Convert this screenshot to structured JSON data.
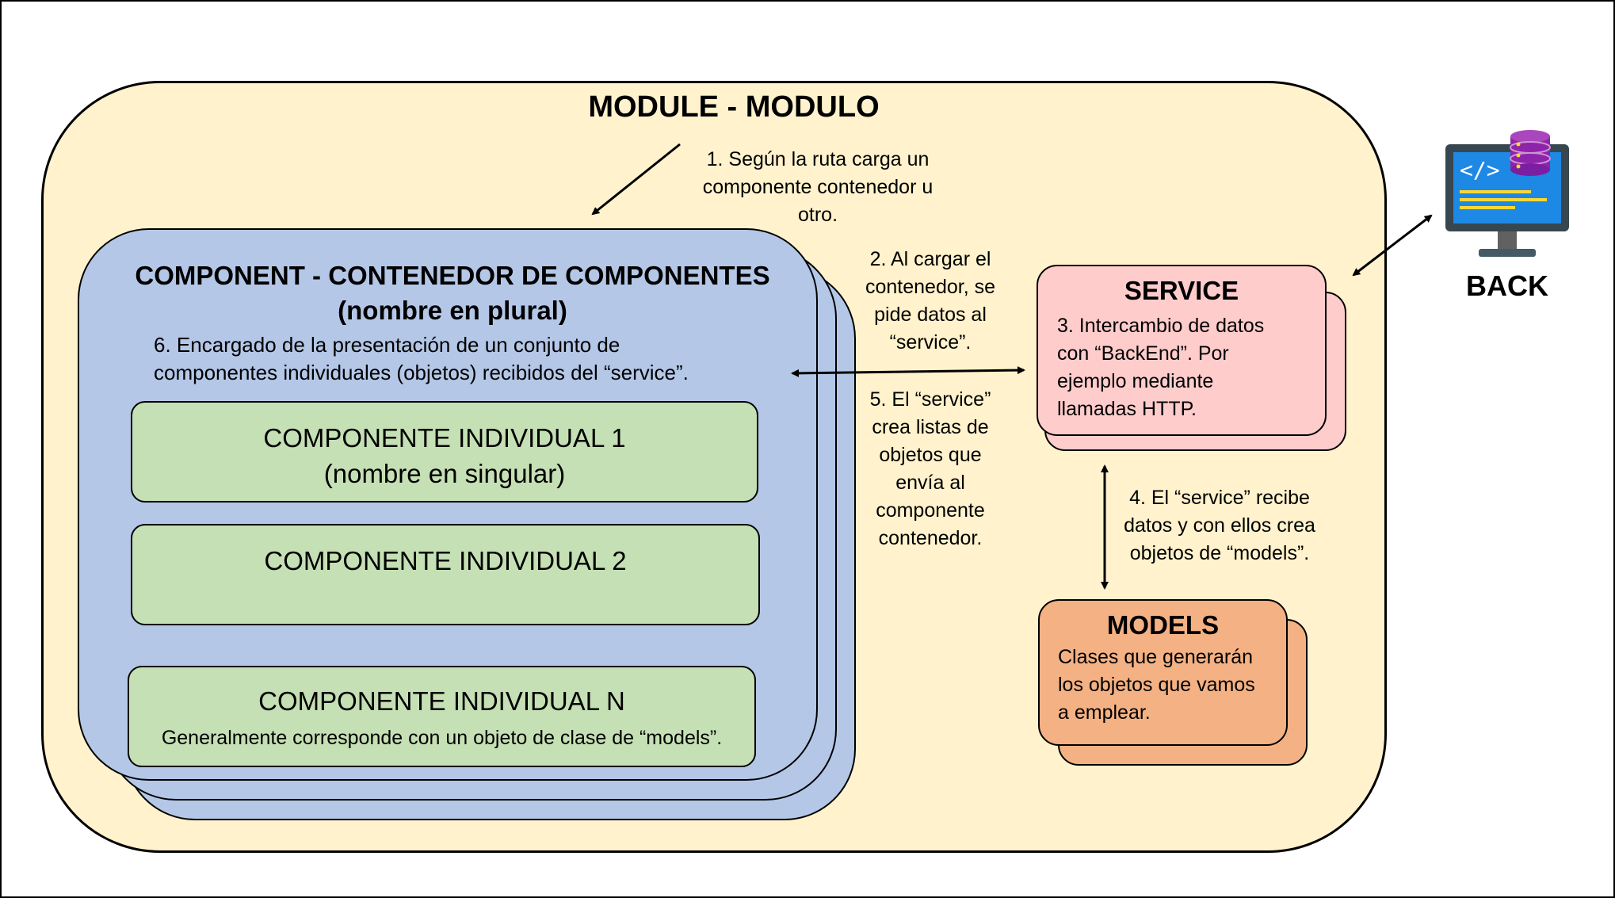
{
  "colors": {
    "module_fill": "#fff2cc",
    "component_fill": "#b4c7e7",
    "individual_fill": "#c5e0b4",
    "service_fill": "#ffcccc",
    "models_fill": "#f4b183",
    "monitor_screen": "#1e88e5",
    "database": "#9c27b0"
  },
  "module": {
    "title": "MODULE - MODULO"
  },
  "container": {
    "title_line1": "COMPONENT - CONTENEDOR DE COMPONENTES",
    "title_line2": "(nombre en plural)",
    "description": "6. Encargado de la presentación de un conjunto de\ncomponentes individuales (objetos) recibidos del “service”."
  },
  "individuals": [
    {
      "title": "COMPONENTE INDIVIDUAL 1",
      "subtitle": "(nombre en singular)"
    },
    {
      "title": "COMPONENTE INDIVIDUAL 2"
    },
    {
      "title": "COMPONENTE INDIVIDUAL N",
      "note": "Generalmente corresponde con un objeto de clase de “models”."
    }
  ],
  "steps": {
    "step1": "1. Según la ruta carga un\ncomponente contenedor u\notro.",
    "step2": "2. Al cargar el\ncontenedor, se\npide datos al\n“service”.",
    "step4": "4. El “service” recibe\ndatos y con ellos crea\nobjetos de “models”.",
    "step5": "5. El “service”\ncrea listas de\nobjetos que\nenvía al\ncomponente\ncontenedor."
  },
  "service": {
    "title": "SERVICE",
    "text": "3. Intercambio de datos\ncon “BackEnd”. Por\nejemplo mediante\nllamadas HTTP."
  },
  "models": {
    "title": "MODELS",
    "text": "Clases que generarán\nlos objetos que vamos\na emplear."
  },
  "back": {
    "label": "BACK",
    "icon": "computer-database-icon"
  }
}
